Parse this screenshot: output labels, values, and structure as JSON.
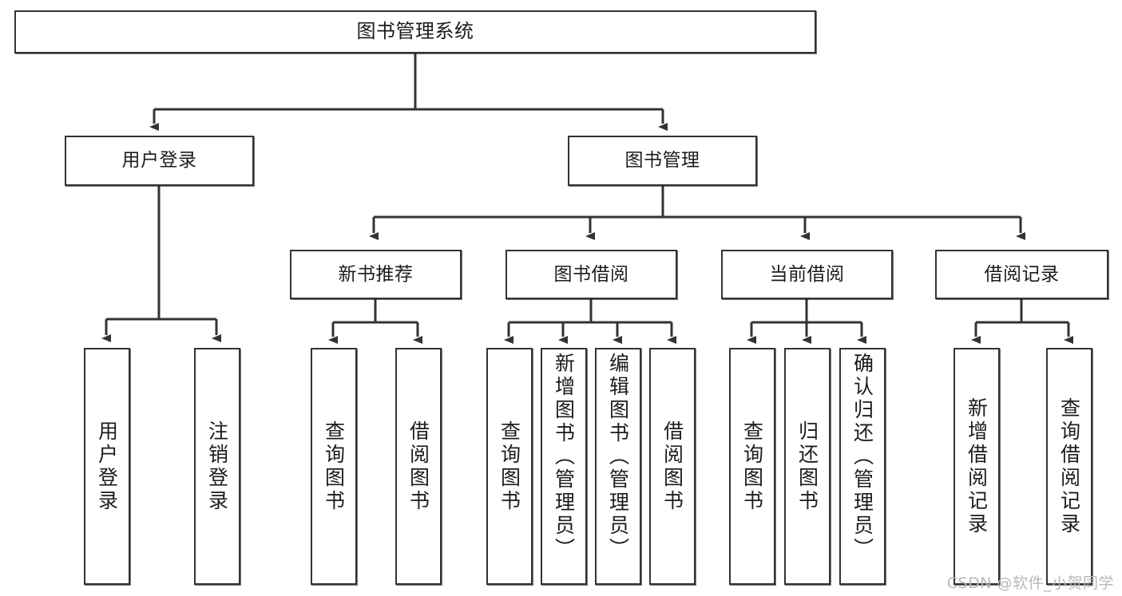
{
  "diagram": {
    "title": "图书管理系统",
    "type": "tree-hierarchy-chart",
    "watermark": "CSDN @软件_小贺同学",
    "colors": {
      "box_border": "#333333",
      "box_fill": "#ffffff",
      "edge": "#333333",
      "text": "#1c1c1c",
      "watermark": "#b9b9b9"
    },
    "nodes": {
      "root": {
        "label": "图书管理系统"
      },
      "level2": [
        {
          "id": "user-login",
          "label": "用户登录"
        },
        {
          "id": "book-manage",
          "label": "图书管理"
        }
      ],
      "level3": [
        {
          "id": "new-book-rec",
          "label": "新书推荐"
        },
        {
          "id": "book-borrow",
          "label": "图书借阅"
        },
        {
          "id": "current-borrow",
          "label": "当前借阅"
        },
        {
          "id": "borrow-record",
          "label": "借阅记录"
        }
      ],
      "leaves": {
        "user-login": [
          {
            "id": "leaf-user-login",
            "label": "用户登录"
          },
          {
            "id": "leaf-user-logout",
            "label": "注销登录"
          }
        ],
        "new-book-rec": [
          {
            "id": "leaf-query-book-1",
            "label": "查询图书"
          },
          {
            "id": "leaf-borrow-book-1",
            "label": "借阅图书"
          }
        ],
        "book-borrow": [
          {
            "id": "leaf-query-book-2",
            "label": "查询图书"
          },
          {
            "id": "leaf-add-book",
            "label": "新增图书（管理员）"
          },
          {
            "id": "leaf-edit-book",
            "label": "编辑图书（管理员）"
          },
          {
            "id": "leaf-borrow-book-2",
            "label": "借阅图书"
          }
        ],
        "current-borrow": [
          {
            "id": "leaf-query-book-3",
            "label": "查询图书"
          },
          {
            "id": "leaf-return-book",
            "label": "归还图书"
          },
          {
            "id": "leaf-confirm-return",
            "label": "确认归还（管理员）"
          }
        ],
        "borrow-record": [
          {
            "id": "leaf-add-record",
            "label": "新增借阅记录"
          },
          {
            "id": "leaf-query-record",
            "label": "查询借阅记录"
          }
        ]
      }
    }
  }
}
